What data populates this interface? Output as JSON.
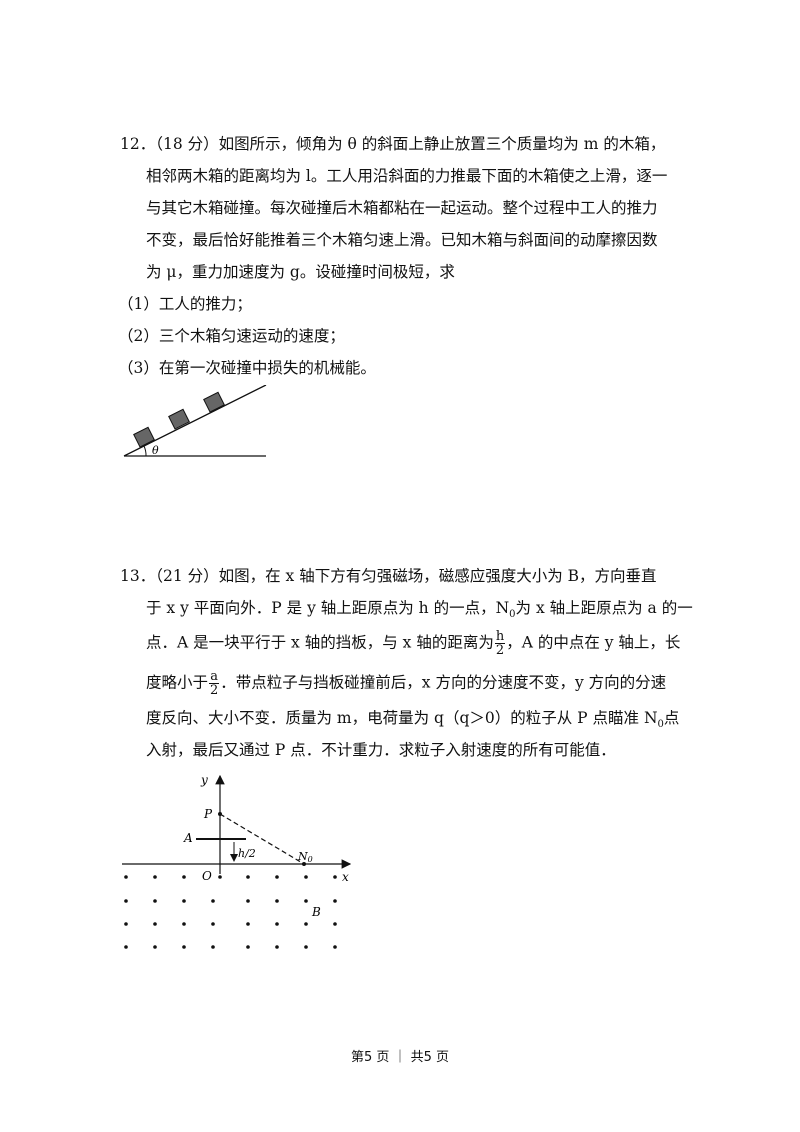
{
  "q12": {
    "lines": [
      "12．（18 分）如图所示，倾角为 θ 的斜面上静止放置三个质量均为 m 的木箱，",
      "相邻两木箱的距离均为 l。工人用沿斜面的力推最下面的木箱使之上滑，逐一",
      "与其它木箱碰撞。每次碰撞后木箱都粘在一起运动。整个过程中工人的推力",
      "不变，最后恰好能推着三个木箱匀速上滑。已知木箱与斜面间的动摩擦因数",
      "为 μ，重力加速度为 g。设碰撞时间极短，求"
    ],
    "sub1": "（1）工人的推力；",
    "sub2": "（2）三个木箱匀速运动的速度；",
    "sub3": "（3）在第一次碰撞中损失的机械能。",
    "fig_theta": "θ"
  },
  "q13": {
    "line1": "13．（21 分）如图，在 x 轴下方有匀强磁场，磁感应强度大小为 B，方向垂直",
    "line2_a": "于 x y 平面向外．P 是 y 轴上距原点为 h 的一点，N",
    "line2_sub": "0",
    "line2_b": "为 x 轴上距原点为 a 的一",
    "line3_a": "点．A 是一块平行于 x 轴的挡板，与 x 轴的距离为",
    "line3_num": "h",
    "line3_den": "2",
    "line3_b": "，A 的中点在 y 轴上，长",
    "line4_a": "度略小于",
    "line4_num": "a",
    "line4_den": "2",
    "line4_b": "．带点粒子与挡板碰撞前后，x 方向的分速度不变，y 方向的分速",
    "line5": "度反向、大小不变．质量为 m，电荷量为 q（q＞0）的粒子从 P 点瞄准 N",
    "line5_sub": "0",
    "line5_b": "点",
    "line6": "入射，最后又通过 P 点．不计重力．求粒子入射速度的所有可能值．",
    "fig": {
      "y": "y",
      "P": "P",
      "A": "A",
      "h2": "h/2",
      "N": "N",
      "N_sub": "0",
      "O": "O",
      "x": "x",
      "B": "B"
    }
  },
  "footer": "第5 页 ｜ 共5 页"
}
